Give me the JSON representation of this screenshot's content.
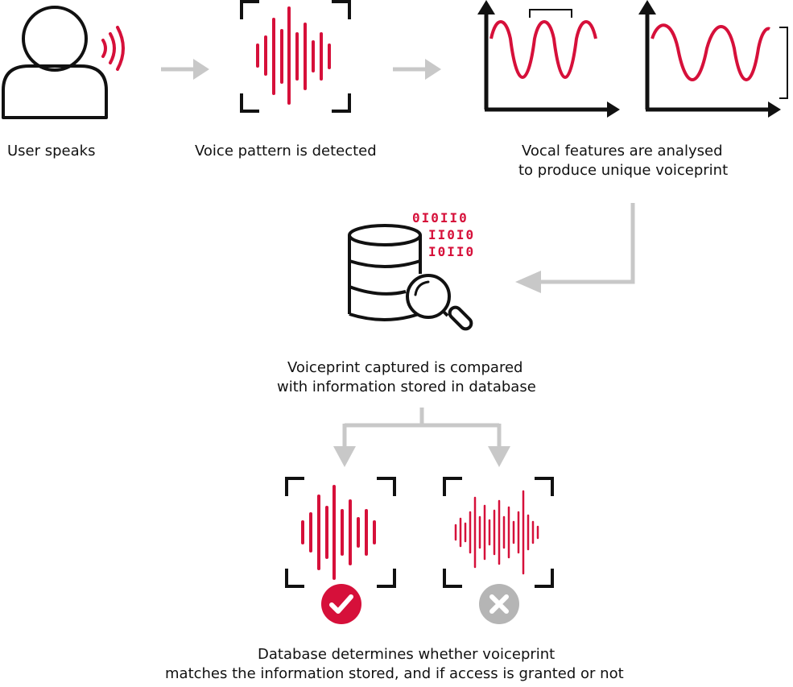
{
  "steps": {
    "user_speaks": "User speaks",
    "voice_detected": "Voice pattern is detected",
    "features_line1": "Vocal features are analysed",
    "features_line2": "to produce unique voiceprint",
    "compare_line1": "Voiceprint captured is compared",
    "compare_line2": "with information stored in database",
    "result_line1": "Database determines whether voiceprint",
    "result_line2": "matches the information stored, and if access is granted or not"
  },
  "binary": [
    "0I0II0",
    "II0I0",
    "I0II0"
  ],
  "icons": {
    "user": "user-speaking-icon",
    "pattern": "voice-pattern-icon",
    "features": "wave-analysis-icon",
    "database": "database-search-icon",
    "match": "check-icon",
    "nomatch": "cross-icon"
  },
  "colors": {
    "accent": "#d6103a",
    "arrow": "#c8c8c8",
    "stroke": "#111111",
    "deny": "#b5b5b5"
  }
}
